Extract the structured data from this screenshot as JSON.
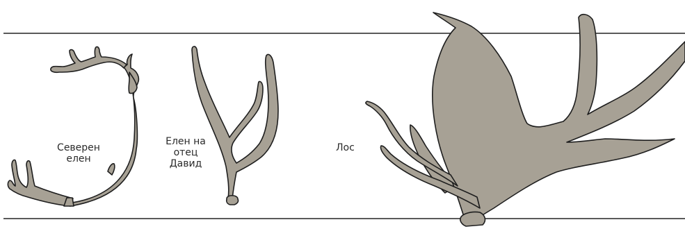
{
  "colors": {
    "antler_fill": "#a7a195",
    "antler_stroke": "#1e1e1e",
    "rule_line": "#222222",
    "background": "#ffffff"
  },
  "specimens": [
    {
      "id": "reindeer",
      "label_lines": [
        "Северен",
        "елен"
      ]
    },
    {
      "id": "pere-davids-deer",
      "label_lines": [
        "Елен на",
        "отец",
        "Давид"
      ]
    },
    {
      "id": "moose",
      "label_lines": [
        "Лос"
      ]
    }
  ]
}
